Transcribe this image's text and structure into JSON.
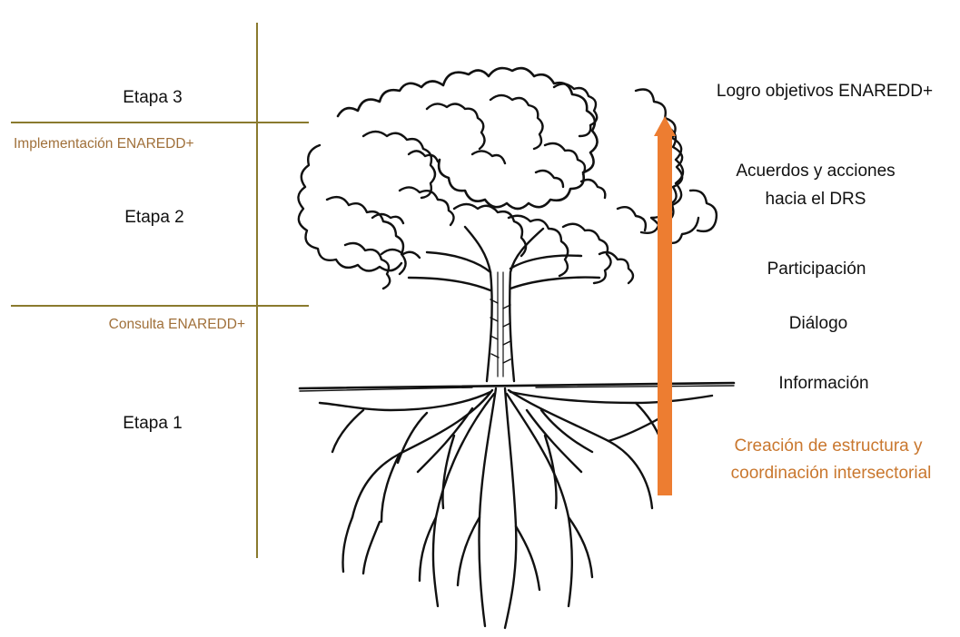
{
  "stages": {
    "etapa3": "Etapa 3",
    "etapa2": "Etapa 2",
    "etapa1": "Etapa 1"
  },
  "phases": {
    "implementacion": "Implementación ENAREDD+",
    "consulta": "Consulta ENAREDD+"
  },
  "steps": {
    "logro": "Logro objetivos ENAREDD+",
    "acuerdos_line1": "Acuerdos y acciones",
    "acuerdos_line2": "hacia el DRS",
    "participacion": "Participación",
    "dialogo": "Diálogo",
    "informacion": "Información",
    "creacion_line1": "Creación de estructura y",
    "creacion_line2": "coordinación intersectorial"
  },
  "colors": {
    "divider_lines": "#8a7a2e",
    "phase_text": "#a0703a",
    "accent_text": "#c9772e",
    "arrow": "#ed7d31",
    "ink": "#111111"
  },
  "icons": {
    "tree": "tree-with-roots-illustration",
    "arrow": "arrow-up-icon"
  }
}
